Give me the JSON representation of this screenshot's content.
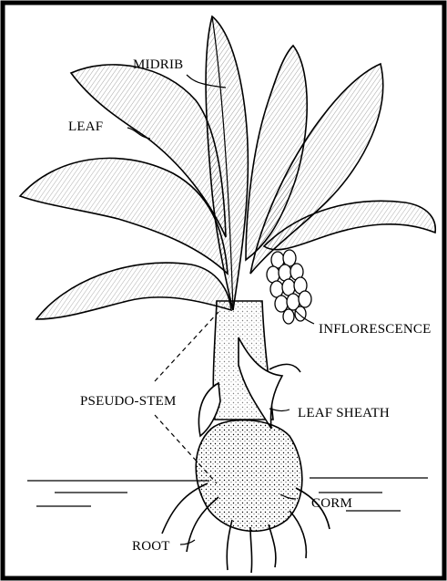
{
  "diagram": {
    "labels": {
      "midrib": "MIDRIB",
      "leaf": "LEAF",
      "inflorescence": "INFLORESCENCE",
      "pseudo_stem": "PSEUDO-STEM",
      "leaf_sheath": "LEAF SHEATH",
      "corm": "CORM",
      "root": "ROOT"
    },
    "colors": {
      "frame": "#000000",
      "background": "#ffffff",
      "ink": "#000000"
    }
  }
}
